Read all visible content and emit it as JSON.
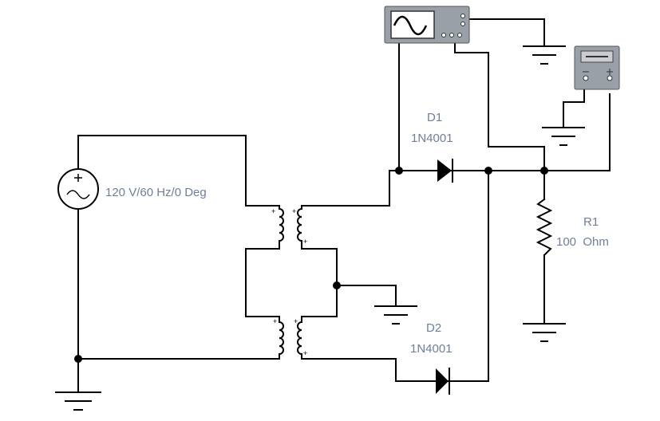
{
  "source": {
    "label": "120 V/60 Hz/0 Deg",
    "icon": "ac-source-icon"
  },
  "diode1": {
    "ref": "D1",
    "part": "1N4001"
  },
  "diode2": {
    "ref": "D2",
    "part": "1N4001"
  },
  "resistor": {
    "ref": "R1",
    "value": "100  Ohm"
  },
  "transformer": {
    "polarity_mark": "+"
  },
  "instruments": {
    "oscilloscope_icon": "oscilloscope-icon",
    "multimeter_icon": "multimeter-icon"
  },
  "colors": {
    "wire": "#000000",
    "label": "#6f7f98",
    "instrument": "#9aa0a7"
  }
}
